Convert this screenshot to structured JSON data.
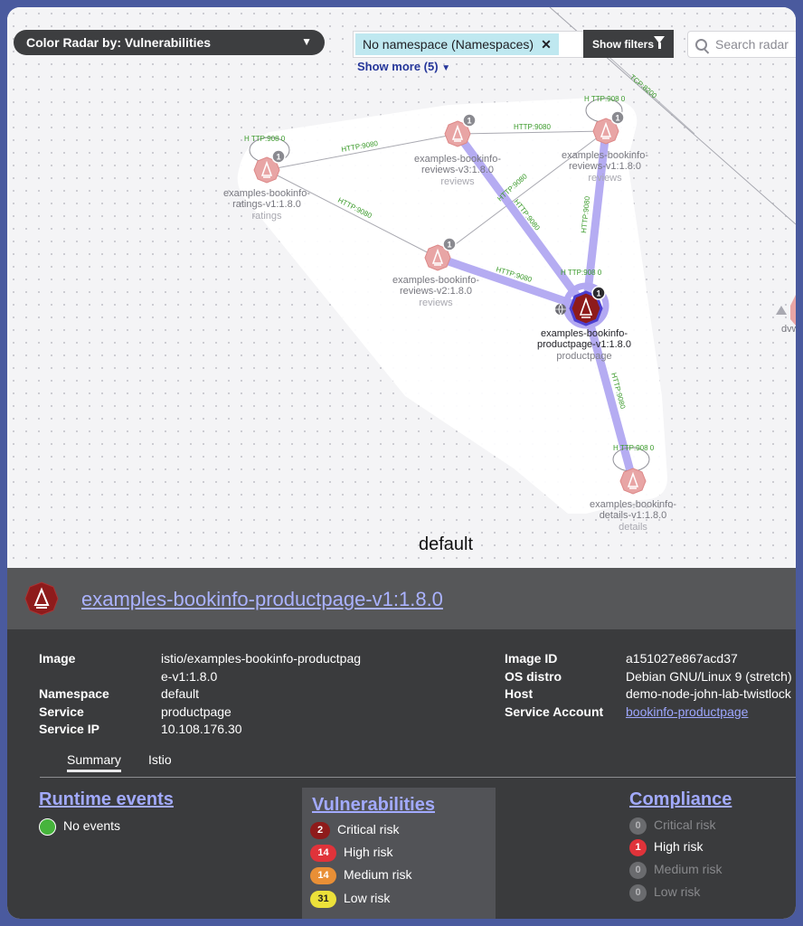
{
  "toolbar": {
    "color_radar_label": "Color Radar by: Vulnerabilities",
    "namespace_chip": "No namespace (Namespaces)",
    "show_filters_label": "Show filters",
    "search_placeholder": "Search radar",
    "show_more_label": "Show more (5)"
  },
  "radar": {
    "cluster_label": "default",
    "edge_label": "HTTP:9080",
    "self_loop_label": "H TTP:908 0",
    "edge_tcp_label": "TCP:8200",
    "partial_node_label": "dvw",
    "nodes": [
      {
        "id": "ratings",
        "name": "examples-bookinfo-\nratings-v1:1.8.0",
        "service": "ratings",
        "badge": "1"
      },
      {
        "id": "reviews-v3",
        "name": "examples-bookinfo-\nreviews-v3:1.8.0",
        "service": "reviews",
        "badge": "1"
      },
      {
        "id": "reviews-v1",
        "name": "examples-bookinfo-\nreviews-v1:1.8.0",
        "service": "reviews",
        "badge": "1"
      },
      {
        "id": "reviews-v2",
        "name": "examples-bookinfo-\nreviews-v2:1.8.0",
        "service": "reviews",
        "badge": "1"
      },
      {
        "id": "productpage",
        "name": "examples-bookinfo-\nproductpage-v1:1.8.0",
        "service": "productpage",
        "badge": "1"
      },
      {
        "id": "details",
        "name": "examples-bookinfo-\ndetails-v1:1.8.0",
        "service": "details",
        "badge": ""
      }
    ]
  },
  "panel": {
    "title": "examples-bookinfo-productpage-v1:1.8.0",
    "left_info": [
      {
        "key": "Image",
        "value": "istio/examples-bookinfo-productpag"
      },
      {
        "key": "",
        "value": "e-v1:1.8.0"
      },
      {
        "key": "Namespace",
        "value": "default"
      },
      {
        "key": "Service",
        "value": "productpage"
      },
      {
        "key": "Service IP",
        "value": "10.108.176.30"
      }
    ],
    "right_info": [
      {
        "key": "Image ID",
        "value": "a151027e867acd37"
      },
      {
        "key": "OS distro",
        "value": "Debian GNU/Linux 9 (stretch)"
      },
      {
        "key": "Host",
        "value": "demo-node-john-lab-twistlock"
      },
      {
        "key": "Service Account",
        "value": "bookinfo-productpage"
      }
    ],
    "tabs": [
      "Summary",
      "Istio"
    ],
    "runtime": {
      "title": "Runtime events",
      "status": "No events"
    },
    "vulnerabilities": {
      "title": "Vulnerabilities",
      "items": [
        {
          "count": "2",
          "label": "Critical risk",
          "color": "#8e1b1b"
        },
        {
          "count": "14",
          "label": "High risk",
          "color": "#e0333a"
        },
        {
          "count": "14",
          "label": "Medium risk",
          "color": "#e98f36"
        },
        {
          "count": "31",
          "label": "Low risk",
          "color": "#ece13a"
        }
      ]
    },
    "compliance": {
      "title": "Compliance",
      "items": [
        {
          "count": "0",
          "label": "Critical risk",
          "active": false
        },
        {
          "count": "1",
          "label": "High risk",
          "active": true,
          "color": "#e0333a"
        },
        {
          "count": "0",
          "label": "Medium risk",
          "active": false
        },
        {
          "count": "0",
          "label": "Low risk",
          "active": false
        }
      ]
    }
  }
}
